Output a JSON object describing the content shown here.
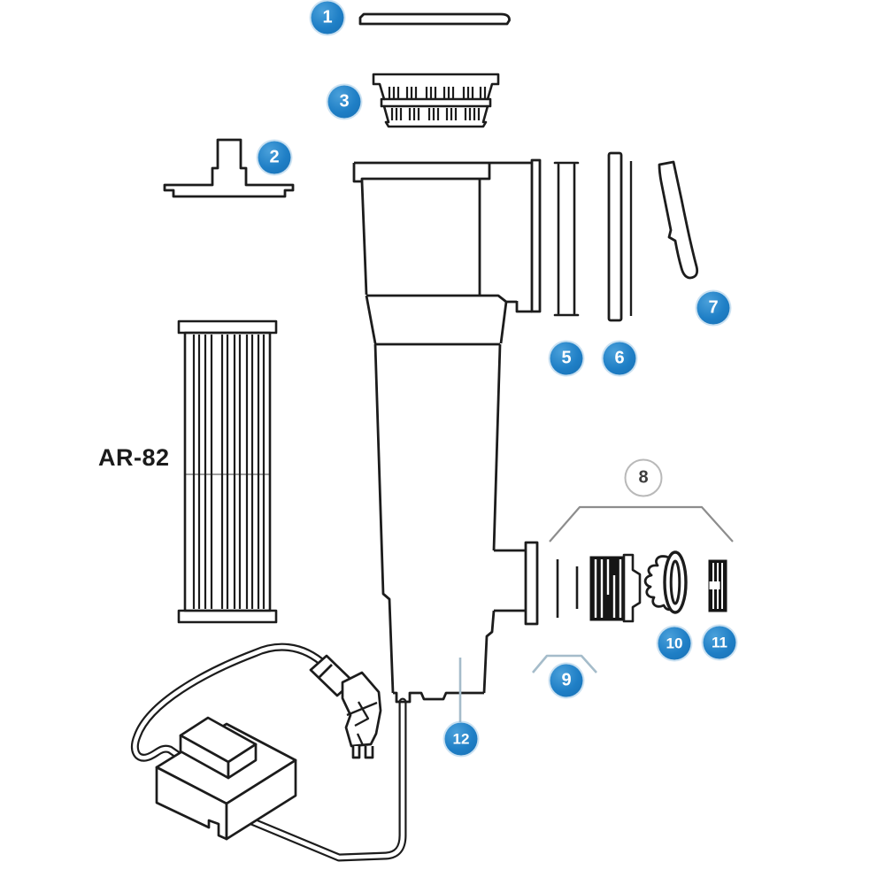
{
  "model_label": "AR-82",
  "colors": {
    "callout_blue": "#1f7fc6",
    "callout_white_border": "#b9b9b9",
    "line_ink": "#1c1c1c",
    "bracket_gray": "#8d8d8d",
    "leader_blue_gray": "#a5bcca",
    "background": "#ffffff"
  },
  "callouts": [
    {
      "label": "1"
    },
    {
      "label": "2"
    },
    {
      "label": "3"
    },
    {
      "label": "5"
    },
    {
      "label": "6"
    },
    {
      "label": "7"
    },
    {
      "label": "8"
    },
    {
      "label": "9"
    },
    {
      "label": "10"
    },
    {
      "label": "11"
    },
    {
      "label": "12"
    }
  ]
}
